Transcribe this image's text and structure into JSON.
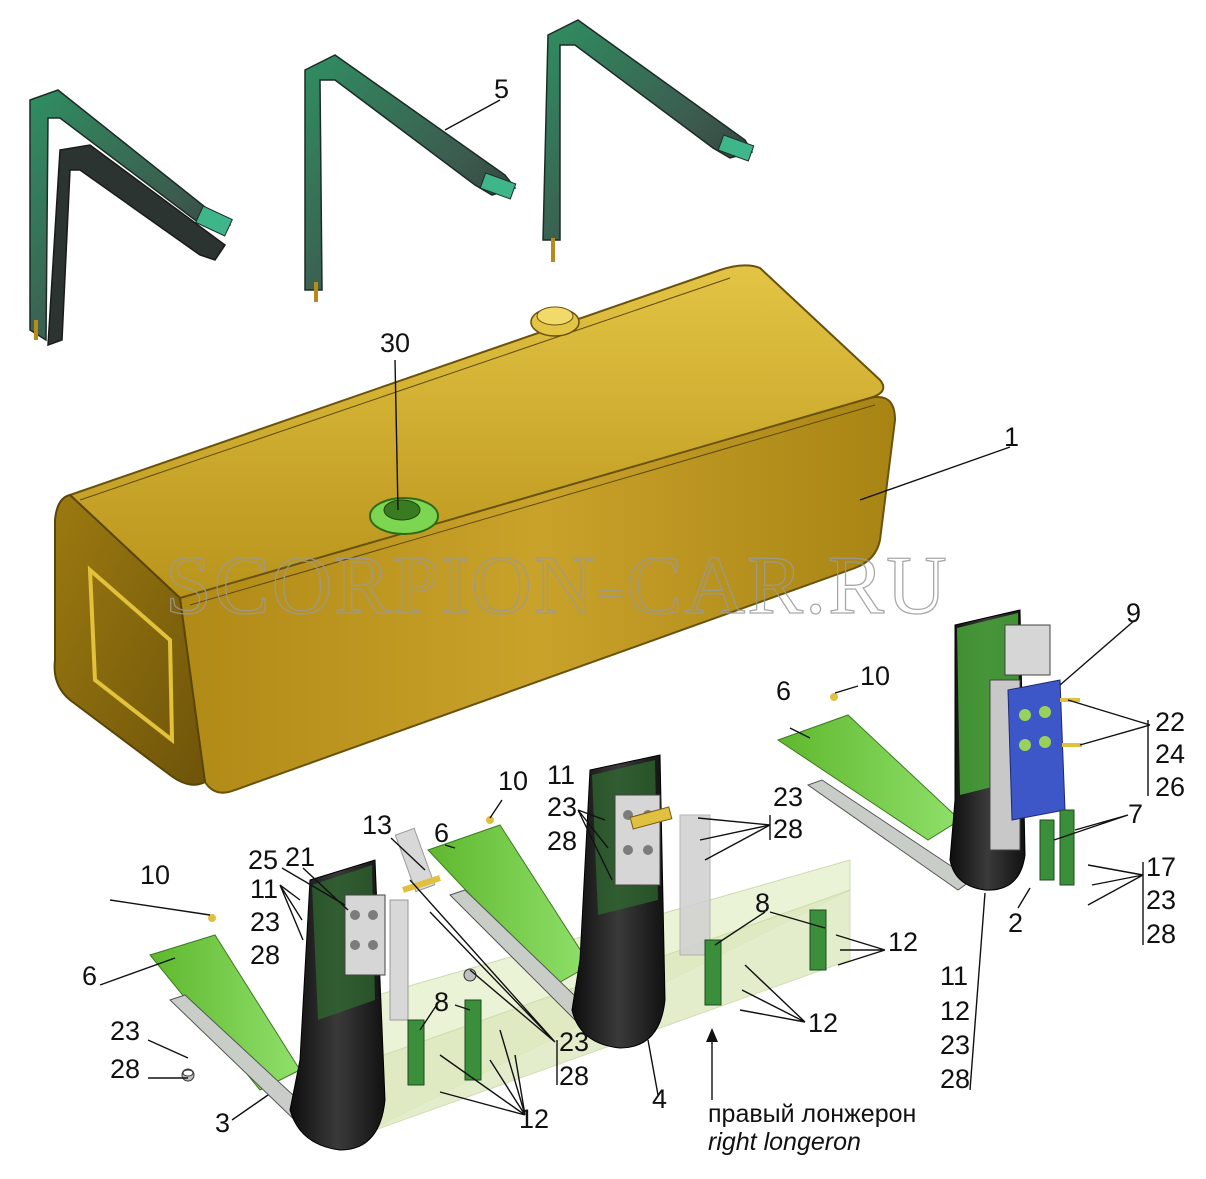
{
  "watermark": "SCORPION-CAR.RU",
  "callouts": {
    "n1": "1",
    "n2": "2",
    "n3": "3",
    "n4": "4",
    "n5": "5",
    "n6a": "6",
    "n6b": "6",
    "n6c": "6",
    "n7": "7",
    "n8a": "8",
    "n8b": "8",
    "n9": "9",
    "n10a": "10",
    "n10b": "10",
    "n10c": "10",
    "n11a": "11",
    "n11b": "11",
    "n11c": "11",
    "n12a": "12",
    "n12b": "12",
    "n12c": "12",
    "n12d": "12",
    "n13": "13",
    "n17": "17",
    "n21": "21",
    "n22": "22",
    "n23a": "23",
    "n23b": "23",
    "n23c": "23",
    "n23d": "23",
    "n23e": "23",
    "n23f": "23",
    "n23g": "23",
    "n24": "24",
    "n25": "25",
    "n26": "26",
    "n28a": "28",
    "n28b": "28",
    "n28c": "28",
    "n28d": "28",
    "n28e": "28",
    "n28f": "28",
    "n28g": "28",
    "n30": "30"
  },
  "caption": {
    "russian": "правый лонжерон",
    "english": "right longeron"
  },
  "colors": {
    "tank": "#c9a31c",
    "strap_green": "#3fa06a",
    "strap_dark": "#3d4a46",
    "pad_green": "#7ed957",
    "bracket_black": "#1e1e1e",
    "plate_blue": "#3d57c9",
    "longeron": "#e6f0cc"
  }
}
